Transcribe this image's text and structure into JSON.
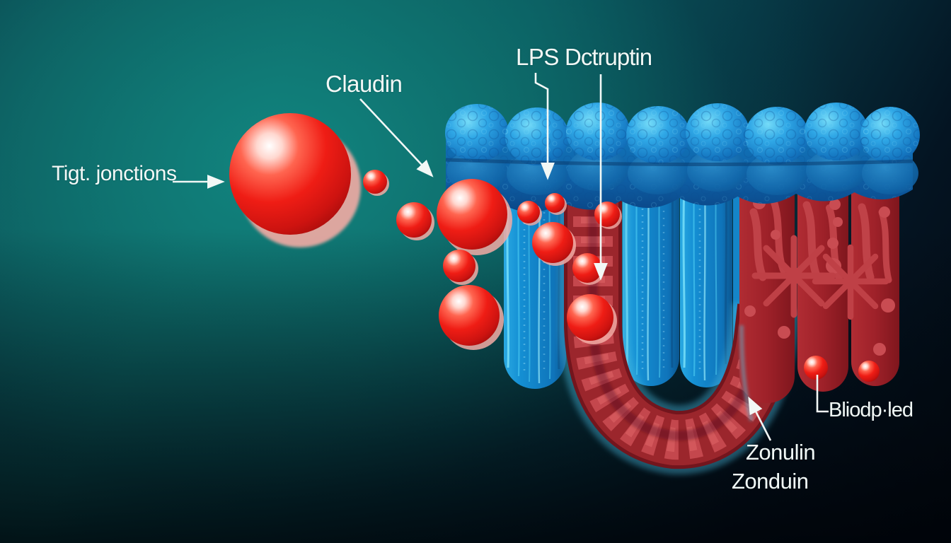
{
  "diagram": {
    "labels": {
      "tight_junctions": "Tigt. jonctions",
      "claudin": "Claudin",
      "lps": "LPS",
      "disruptin": "Dctruptin",
      "zonulin": "Zonulin",
      "zonduin": "Zonduin",
      "blood": "Bliodp·led"
    },
    "colors": {
      "background_teal": "#0e7c78",
      "background_dark": "#04101a",
      "epithelium_blue": "#1b8fd2",
      "epithelium_blue_light": "#5bd2f4",
      "membrane_blue_dark": "#0d5493",
      "sphere_red": "#ee1c14",
      "sphere_halo_pink": "#f5b3ab",
      "tube_red_dark": "#8e2027",
      "tube_rib_red": "#c6454b",
      "tissue_red": "#a1242c",
      "annotation_white": "#f2f8f6"
    }
  }
}
